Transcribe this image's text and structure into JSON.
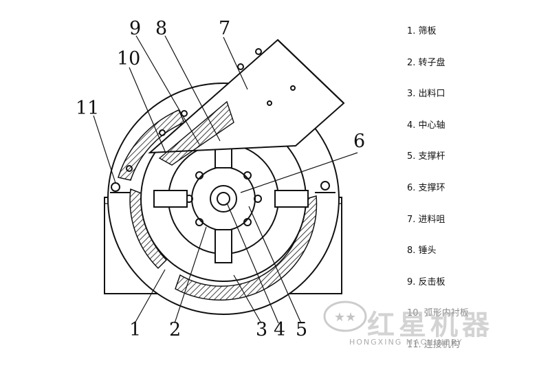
{
  "callouts": [
    "1",
    "2",
    "3",
    "4",
    "5",
    "6",
    "7",
    "8",
    "9",
    "10",
    "11"
  ],
  "legend": [
    "1. 筛板",
    "2. 转子盘",
    "3. 出料口",
    "4. 中心轴",
    "5. 支撑杆",
    "6. 支撑环",
    "7. 进料咀",
    "8. 锤头",
    "9. 反击板",
    "10. 弧形内衬板",
    "11. 连接机构"
  ],
  "watermark": {
    "brand_cn": "红星机器",
    "brand_en": "HONGXING MACHINERY"
  },
  "colors": {
    "line": "#111111",
    "watermark": "#b0b0b0"
  }
}
